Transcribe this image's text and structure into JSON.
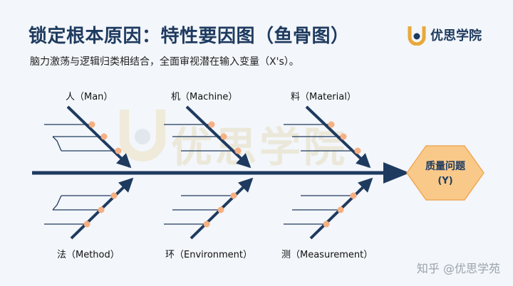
{
  "header": {
    "title": "锁定根本原因：特性要因图（鱼骨图）",
    "subtitle": "脑力激荡与逻辑归类相结合，全面审视潜在输入变量（X's）。"
  },
  "logo": {
    "text": "优思学院"
  },
  "watermark": {
    "text": "优思学院"
  },
  "footer": {
    "text": "知乎 @优思学苑"
  },
  "diagram": {
    "effect": {
      "line1": "质量问题",
      "line2": "(Y)"
    },
    "categories": {
      "man": "人（Man）",
      "machine": "机（Machine）",
      "material": "料（Material）",
      "method": "法（Method）",
      "environment": "环（Environment）",
      "measurement": "测（Measurement）"
    }
  },
  "colors": {
    "navy": "#1e3a5f",
    "hexagon": "#f9c98a",
    "dot": "#f6b083",
    "background": "#f3f6fa"
  }
}
